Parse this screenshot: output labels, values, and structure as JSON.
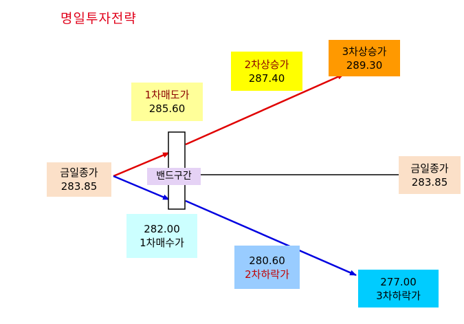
{
  "title": "명일투자전략",
  "colors": {
    "title": "#e0001a",
    "up_line": "#e00000",
    "down_line": "#0000e0",
    "mid_line": "#000000",
    "close_box": "#fbe0c8",
    "sell1_box": "#ffff99",
    "rise2_box": "#ffff00",
    "rise3_box": "#ff9900",
    "buy1_box": "#ccffff",
    "fall2_box": "#99ccff",
    "fall3_box": "#00ccff",
    "band_box": "#e5d2f5"
  },
  "today_close_left": {
    "label": "금일종가",
    "value": "283.85"
  },
  "today_close_right": {
    "label": "금일종가",
    "value": "283.85"
  },
  "sell1": {
    "label": "1차매도가",
    "value": "285.60"
  },
  "rise2": {
    "label": "2차상승가",
    "value": "287.40"
  },
  "rise3": {
    "label": "3차상승가",
    "value": "289.30"
  },
  "buy1": {
    "value": "282.00",
    "label": "1차매수가"
  },
  "fall2": {
    "value": "280.60",
    "label": "2차하락가"
  },
  "fall3": {
    "value": "277.00",
    "label": "3차하락가"
  },
  "band": {
    "label": "밴드구간"
  }
}
